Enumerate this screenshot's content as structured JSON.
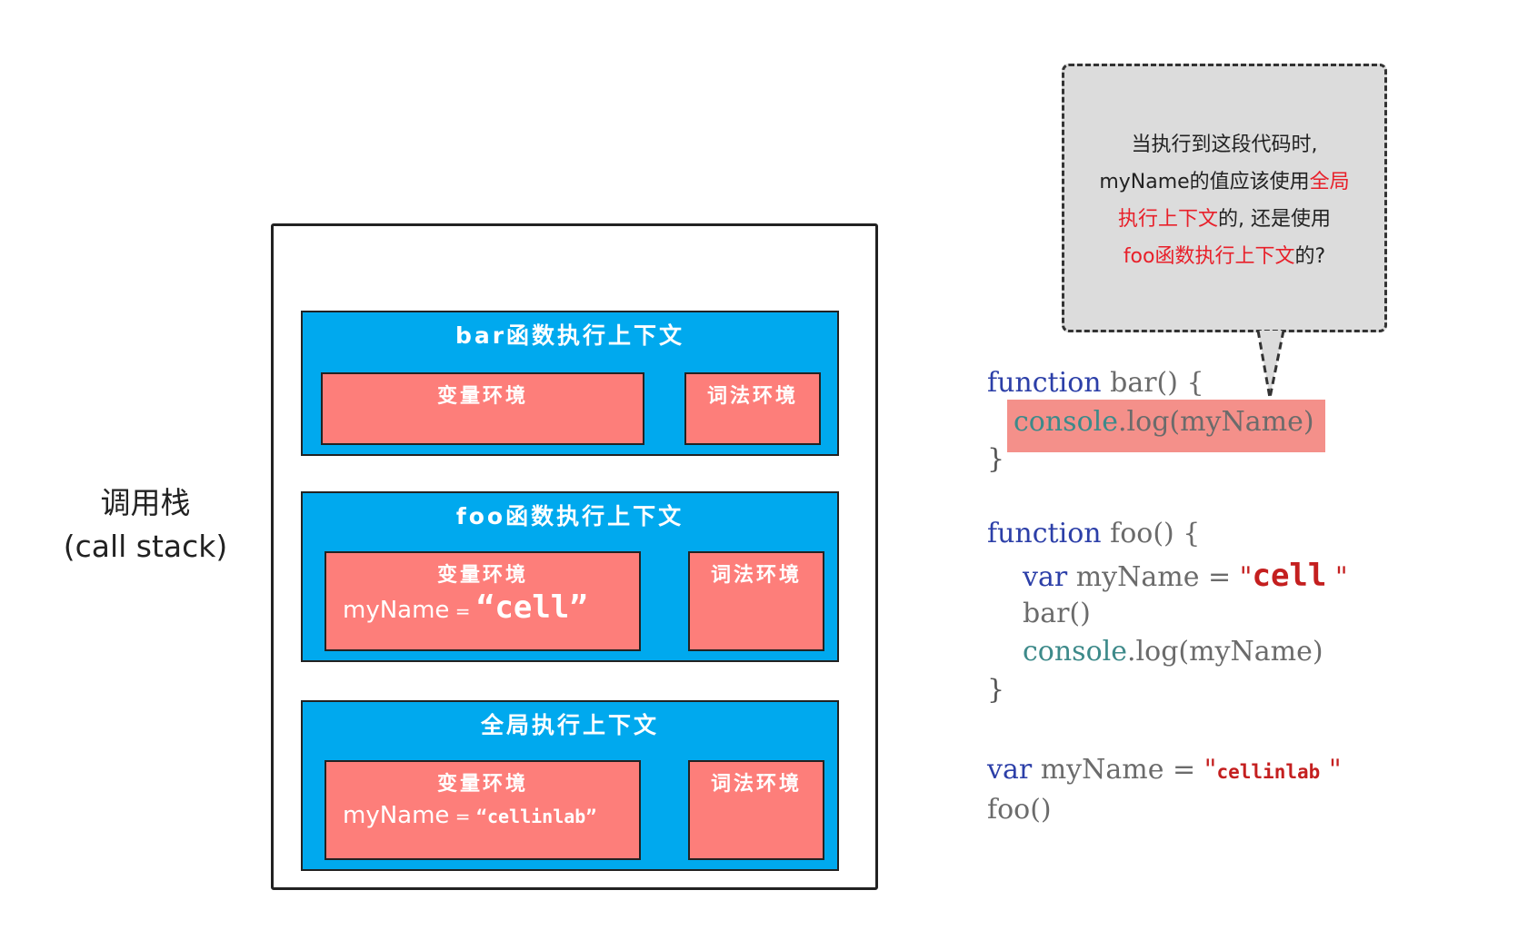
{
  "stack_label": {
    "line1": "调用栈",
    "line2": "(call stack)"
  },
  "contexts": {
    "bar": {
      "title": "bar函数执行上下文",
      "var_env": "变量环境",
      "lex_env": "词法环境"
    },
    "foo": {
      "title": "foo函数执行上下文",
      "var_env": "变量环境",
      "lex_env": "词法环境",
      "var_name": "myName",
      "var_eq": " = ",
      "var_value": "“cell”"
    },
    "global": {
      "title": "全局执行上下文",
      "var_env": "变量环境",
      "lex_env": "词法环境",
      "var_name": "myName",
      "var_eq": " = ",
      "var_value": "“cellinlab”"
    }
  },
  "bubble": {
    "line1": "当执行到这段代码时,",
    "line2_a": "myName的值应该使用",
    "line2_b": "全局",
    "line3_a": "执行上下文",
    "line3_b": "的, 还是使用",
    "line4_a": "foo函数执行上下文",
    "line4_b": "的?"
  },
  "code": {
    "bar_kw": "function",
    "bar_name": " bar() {",
    "bar_body_obj": "console",
    "bar_body_call": ".log(myName)",
    "bar_close": "}",
    "foo_kw": "function",
    "foo_name": " foo() {",
    "foo_var_kw": "var",
    "foo_var_name": " myName = ",
    "foo_quote_open": "\"",
    "foo_value": "cell",
    "foo_quote_close": " \"",
    "foo_call_bar": "bar()",
    "foo_body_obj": "console",
    "foo_body_call": ".log(myName)",
    "foo_close": "}",
    "g_var_kw": "var",
    "g_var_name": " myName = ",
    "g_quote_open": "\"",
    "g_value": "cellinlab",
    "g_quote_close": " \"",
    "g_call": "foo()"
  },
  "colors": {
    "context_blue": "#00a9ee",
    "env_red": "#fd7e7a",
    "highlight": "#f4908a",
    "keyword": "#2c3fa8",
    "string": "#c41f1f",
    "bubble_bg": "#dcdcdc"
  }
}
